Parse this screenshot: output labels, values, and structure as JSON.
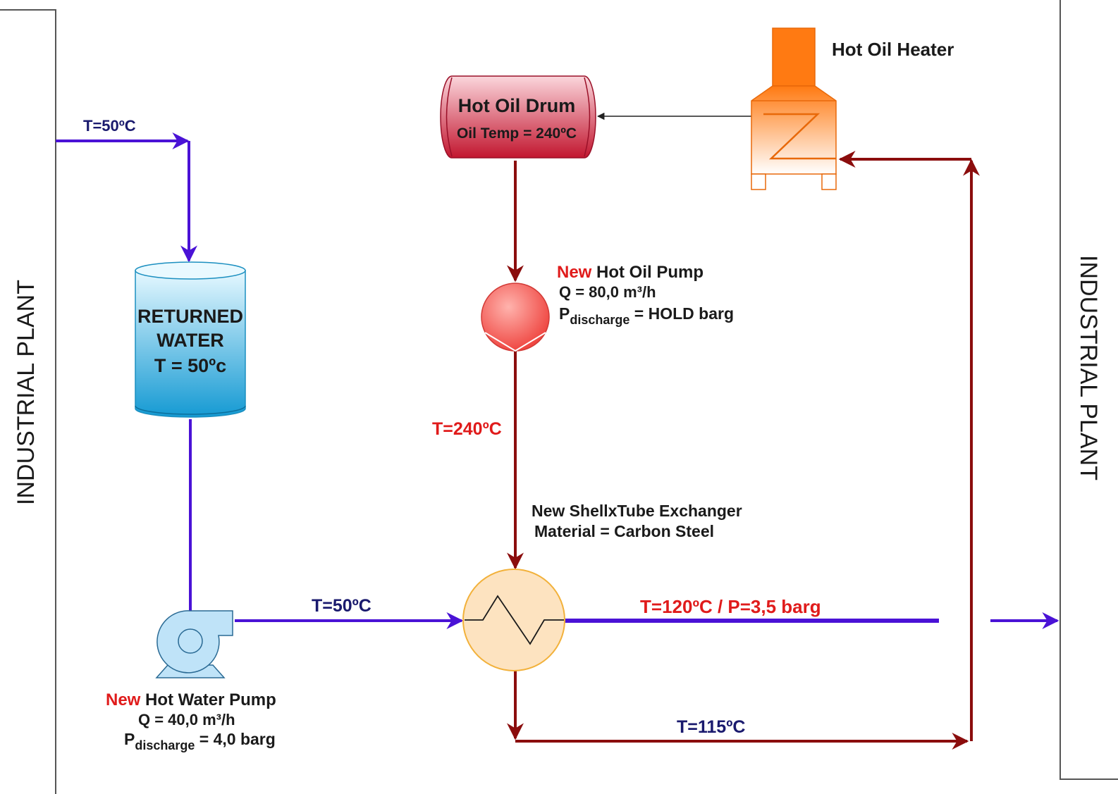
{
  "colors": {
    "water_line": "#4a12d6",
    "oil_line": "#8b0d0d",
    "red_text": "#e01b1b",
    "navy_text": "#1a1a6e",
    "black_text": "#1a1a1a",
    "heater_orange": "#ff7a12",
    "drum_red": "#c9203a",
    "tank_blue": "#1fa3d6",
    "exchanger_fill": "#fde3c0",
    "exchanger_stroke": "#f2b13a"
  },
  "plant_left": {
    "label": "INDUSTRIAL PLANT"
  },
  "plant_right": {
    "label": "INDUSTRIAL PLANT"
  },
  "heater": {
    "label": "Hot Oil Heater"
  },
  "drum": {
    "title": "Hot Oil Drum",
    "temp": "Oil Temp = 240ºC"
  },
  "tank": {
    "line1": "RETURNED",
    "line2": "WATER",
    "line3": "T = 50ºc"
  },
  "oil_pump": {
    "new": "New",
    "name": " Hot Oil Pump",
    "flow": "Q = 80,0 m³/h",
    "p_symbol": "P",
    "p_sub": "discharge",
    "p_value": " = HOLD barg"
  },
  "exchanger": {
    "line1": "New ShellxTube Exchanger",
    "line2": "Material = Carbon Steel"
  },
  "water_pump": {
    "new": "New",
    "name": " Hot Water Pump",
    "flow": "Q = 40,0 m³/h",
    "p_symbol": "P",
    "p_sub": "discharge",
    "p_value": " = 4,0 barg"
  },
  "streams": {
    "inlet": "T=50ºC",
    "pump_out": "T=50ºC",
    "oil_supply": "T=240ºC",
    "product": "T=120ºC / P=3,5 barg",
    "oil_return": "T=115ºC"
  }
}
